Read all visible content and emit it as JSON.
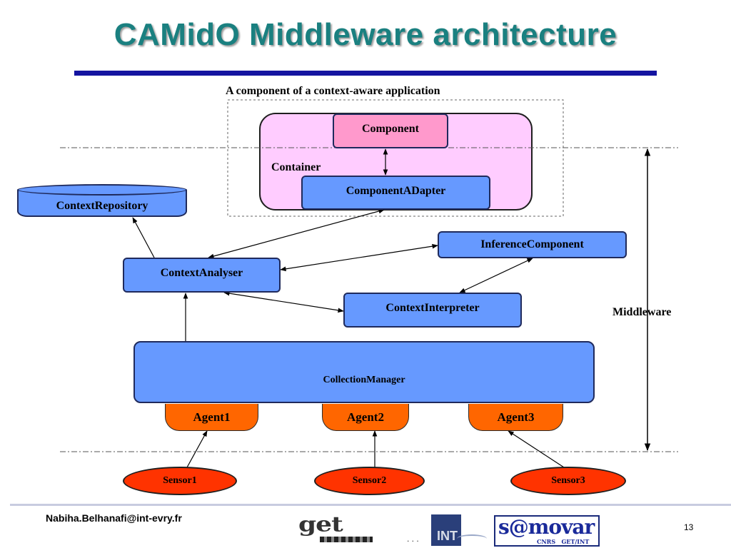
{
  "slide": {
    "title": "CAMidO Middleware architecture",
    "footer_email": "Nabiha.Belhanafi@int-evry.fr",
    "page_number": "13",
    "footer_dots": ". . ."
  },
  "diagram": {
    "app_caption": "A component of a context-aware application",
    "container_label": "Container",
    "middleware_label": "Middleware",
    "nodes": {
      "component": "Component",
      "component_adapter": "ComponentADapter",
      "context_repository": "ContextRepository",
      "inference_component": "InferenceComponent",
      "context_analyser": "ContextAnalyser",
      "context_interpreter": "ContextInterpreter",
      "collection_manager": "CollectionManager"
    },
    "agents": [
      "Agent1",
      "Agent2",
      "Agent3"
    ],
    "sensors": [
      "Sensor1",
      "Sensor2",
      "Sensor3"
    ]
  },
  "logos": {
    "get": "get",
    "int": "INT",
    "samovar": "s@movar",
    "samovar_sub": "CNRS   GET/INT"
  },
  "colors": {
    "title": "#1a8080",
    "rule": "#1414a0",
    "node_blue": "#6699ff",
    "component_pink": "#ff99cc",
    "container_fill": "#ffccff",
    "agent_orange": "#ff6600",
    "sensor_red": "#ff3300"
  }
}
